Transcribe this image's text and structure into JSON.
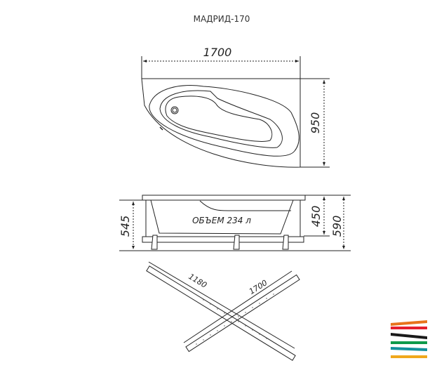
{
  "title": "МАДРИД-170",
  "top_view": {
    "length": "1700",
    "width": "950"
  },
  "side_view": {
    "height_total": "545",
    "bowl_depth": "450",
    "height_max": "590",
    "volume_label": "ОБЪЕМ 234 л"
  },
  "frame": {
    "bar_short": "1180",
    "bar_long": "1700"
  },
  "logo": {
    "stripe_colors": [
      "#e8731c",
      "#e5202e",
      "#1a1a1a",
      "#0e9a4a",
      "#12909a",
      "#f0a81c"
    ]
  }
}
